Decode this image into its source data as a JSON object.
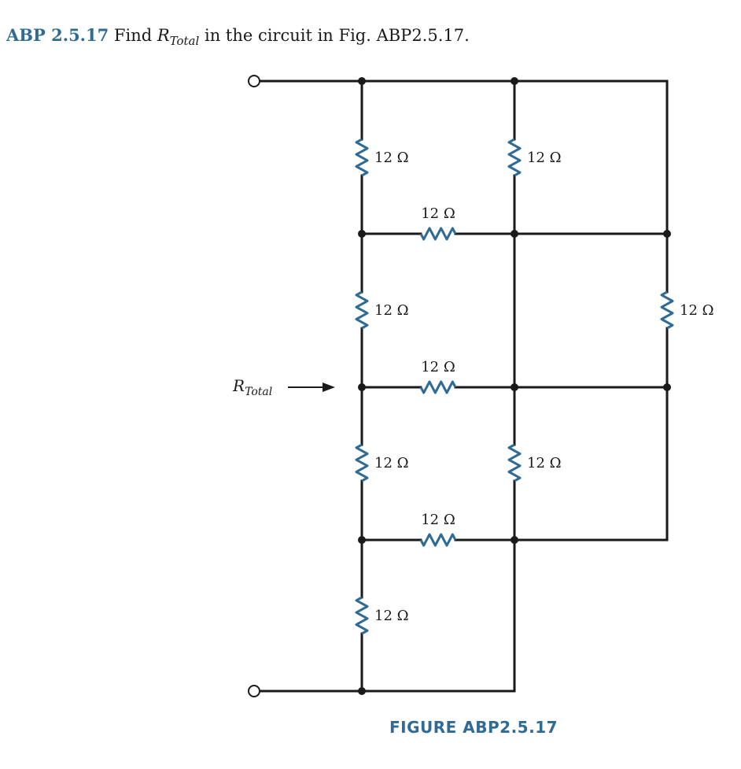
{
  "problem": {
    "number": "ABP 2.5.17",
    "text_before": "Find ",
    "symbol": "R",
    "subscript": "Total",
    "text_after": " in the circuit in Fig. ABP2.5.17."
  },
  "circuit": {
    "rtotal_label": "R",
    "rtotal_sub": "Total",
    "resistors": [
      {
        "id": "r-left-1",
        "label": "12 Ω"
      },
      {
        "id": "r-mid-1",
        "label": "12 Ω"
      },
      {
        "id": "r-horiz-1",
        "label": "12 Ω"
      },
      {
        "id": "r-left-2",
        "label": "12 Ω"
      },
      {
        "id": "r-right-1",
        "label": "12 Ω"
      },
      {
        "id": "r-horiz-2",
        "label": "12 Ω"
      },
      {
        "id": "r-left-3",
        "label": "12 Ω"
      },
      {
        "id": "r-mid-2",
        "label": "12 Ω"
      },
      {
        "id": "r-horiz-3",
        "label": "12 Ω"
      },
      {
        "id": "r-left-4",
        "label": "12 Ω"
      }
    ],
    "wire_color": "#1a1a1a",
    "resistor_color": "#2f6b93"
  },
  "caption": "FIGURE ABP2.5.17"
}
